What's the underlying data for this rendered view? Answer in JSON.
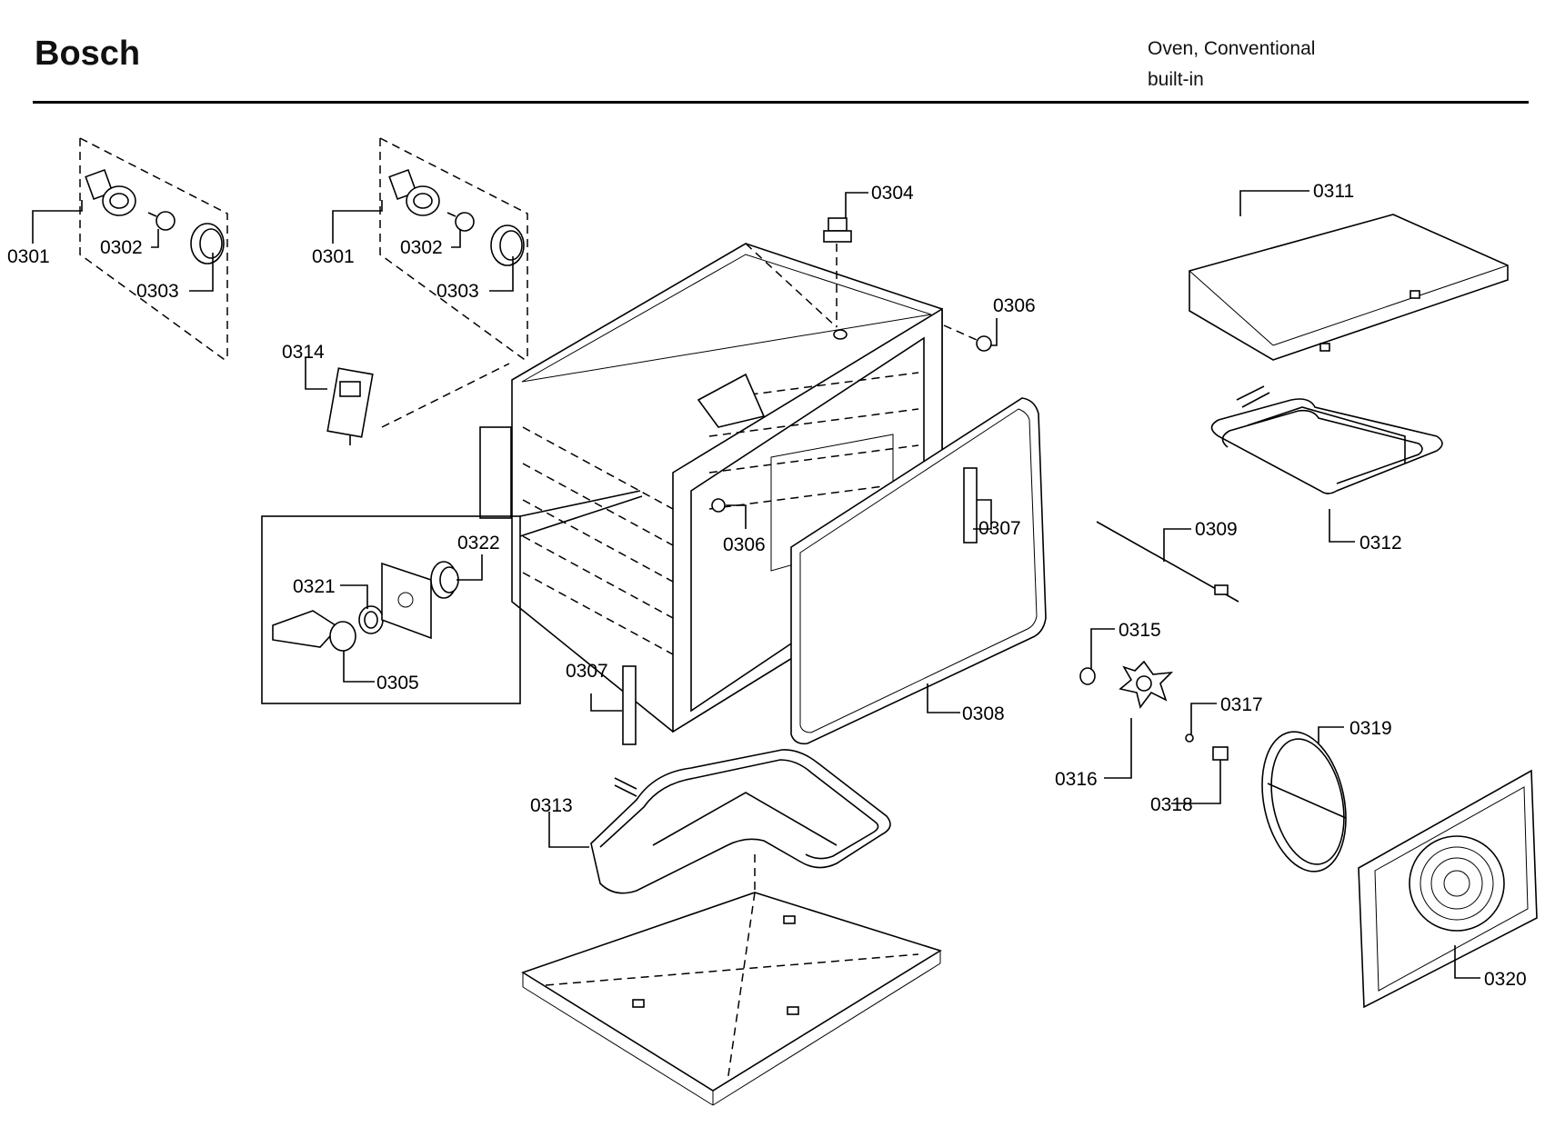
{
  "header": {
    "brand": "Bosch",
    "subtitle_line1": "Oven, Conventional",
    "subtitle_line2": "built-in"
  },
  "labels": {
    "p0301a": "0301",
    "p0302a": "0302",
    "p0303a": "0303",
    "p0301b": "0301",
    "p0302b": "0302",
    "p0303b": "0303",
    "p0304": "0304",
    "p0306a": "0306",
    "p0306b": "0306",
    "p0307a": "0307",
    "p0307b": "0307",
    "p0308": "0308",
    "p0309": "0309",
    "p0311": "0311",
    "p0312": "0312",
    "p0313": "0313",
    "p0314": "0314",
    "p0315": "0315",
    "p0316": "0316",
    "p0317": "0317",
    "p0318": "0318",
    "p0319": "0319",
    "p0320": "0320",
    "p0321": "0321",
    "p0322": "0322",
    "p0305": "0305"
  }
}
